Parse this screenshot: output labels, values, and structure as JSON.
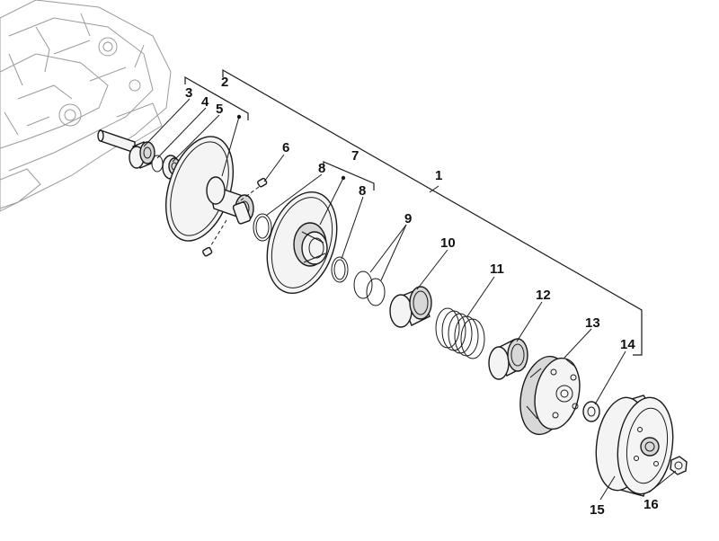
{
  "callouts": [
    "1",
    "2",
    "3",
    "4",
    "5",
    "6",
    "7",
    "8",
    "8",
    "9",
    "10",
    "11",
    "12",
    "13",
    "14",
    "15",
    "16"
  ]
}
